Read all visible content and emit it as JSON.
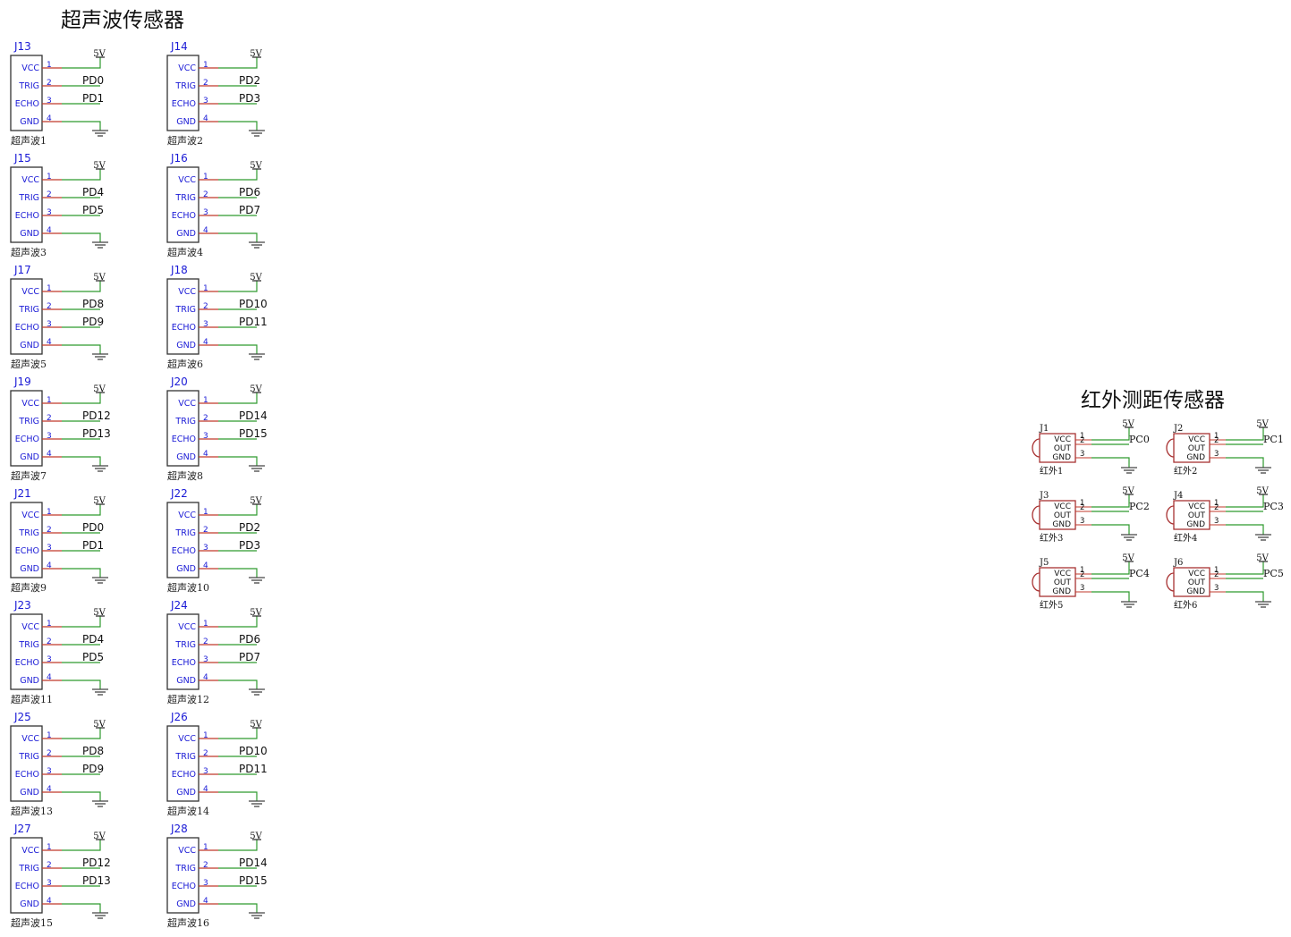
{
  "colors": {
    "wire": "#2e9a2e",
    "pin": "#c0392b",
    "body": "#333333",
    "ir_body": "#a83232",
    "ground": "#444444",
    "ref_text": "#1a1ad6"
  },
  "ultrasonic": {
    "title": "超声波传感器",
    "pin_names": [
      "VCC",
      "TRIG",
      "ECHO",
      "GND"
    ],
    "pin_numbers": [
      "1",
      "2",
      "3",
      "4"
    ],
    "power_label": "5V",
    "modules": [
      {
        "ref": "J13",
        "label": "超声波1",
        "trig": "PD0",
        "echo": "PD1"
      },
      {
        "ref": "J14",
        "label": "超声波2",
        "trig": "PD2",
        "echo": "PD3"
      },
      {
        "ref": "J15",
        "label": "超声波3",
        "trig": "PD4",
        "echo": "PD5"
      },
      {
        "ref": "J16",
        "label": "超声波4",
        "trig": "PD6",
        "echo": "PD7"
      },
      {
        "ref": "J17",
        "label": "超声波5",
        "trig": "PD8",
        "echo": "PD9"
      },
      {
        "ref": "J18",
        "label": "超声波6",
        "trig": "PD10",
        "echo": "PD11"
      },
      {
        "ref": "J19",
        "label": "超声波7",
        "trig": "PD12",
        "echo": "PD13"
      },
      {
        "ref": "J20",
        "label": "超声波8",
        "trig": "PD14",
        "echo": "PD15"
      },
      {
        "ref": "J21",
        "label": "超声波9",
        "trig": "PD0",
        "echo": "PD1"
      },
      {
        "ref": "J22",
        "label": "超声波10",
        "trig": "PD2",
        "echo": "PD3"
      },
      {
        "ref": "J23",
        "label": "超声波11",
        "trig": "PD4",
        "echo": "PD5"
      },
      {
        "ref": "J24",
        "label": "超声波12",
        "trig": "PD6",
        "echo": "PD7"
      },
      {
        "ref": "J25",
        "label": "超声波13",
        "trig": "PD8",
        "echo": "PD9"
      },
      {
        "ref": "J26",
        "label": "超声波14",
        "trig": "PD10",
        "echo": "PD11"
      },
      {
        "ref": "J27",
        "label": "超声波15",
        "trig": "PD12",
        "echo": "PD13"
      },
      {
        "ref": "J28",
        "label": "超声波16",
        "trig": "PD14",
        "echo": "PD15"
      }
    ]
  },
  "infrared": {
    "title": "红外测距传感器",
    "pin_names": [
      "VCC",
      "OUT",
      "GND"
    ],
    "pin_numbers": [
      "1",
      "2",
      "3"
    ],
    "power_label": "5V",
    "modules": [
      {
        "ref": "J1",
        "label": "红外1",
        "out": "PC0"
      },
      {
        "ref": "J2",
        "label": "红外2",
        "out": "PC1"
      },
      {
        "ref": "J3",
        "label": "红外3",
        "out": "PC2"
      },
      {
        "ref": "J4",
        "label": "红外4",
        "out": "PC3"
      },
      {
        "ref": "J5",
        "label": "红外5",
        "out": "PC4"
      },
      {
        "ref": "J6",
        "label": "红外6",
        "out": "PC5"
      }
    ]
  }
}
